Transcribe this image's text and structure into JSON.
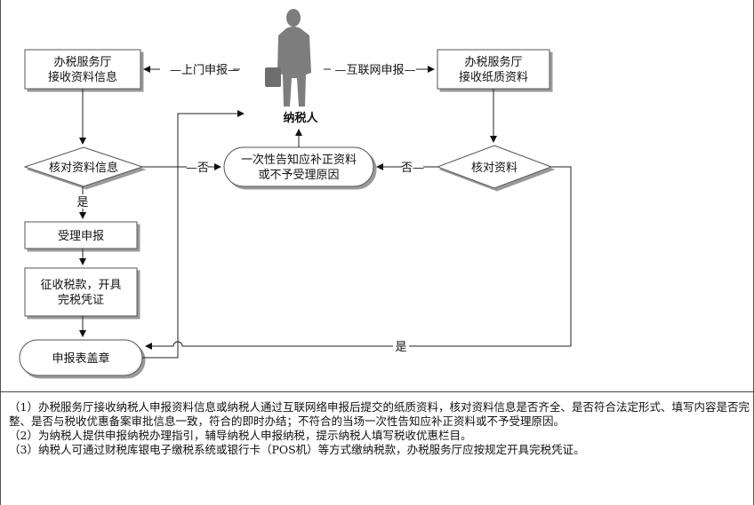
{
  "nodes": {
    "hall_receive_info": [
      "办税服务厅",
      "接收资料信息"
    ],
    "hall_receive_paper": [
      "办税服务厅",
      "接收纸质资料"
    ],
    "taxpayer": "纳税人",
    "check_info": "核对资料信息",
    "one_time_notice": [
      "一次性告知应补正资料",
      "或不予受理原因"
    ],
    "check_docs": "核对资料",
    "accept": "受理申报",
    "collect": [
      "征收税款，开具",
      "完税凭证"
    ],
    "stamp": "申报表盖章"
  },
  "edges": {
    "door_filing": "上门申报",
    "internet_filing": "互联网申报",
    "no_left": "否",
    "no_right": "否",
    "yes_down": "是",
    "yes_bottom": "是"
  },
  "notes": [
    "（1）办税服务厅接收纳税人申报资料信息或纳税人通过互联网络申报后提交的纸质资料，核对资料信息是否齐全、是否符合法定形式、填写内容是否完整、是否与税收优惠备案审批信息一致，符合的即时办结；不符合的当场一次性告知应补正资料或不予受理原因。",
    "（2）为纳税人提供申报纳税办理指引，辅导纳税人申报纳税，提示纳税人填写税收优惠栏目。",
    "（3）纳税人可通过财税库银电子缴税系统或银行卡（POS机）等方式缴纳税款，办税服务厅应按规定开具完税凭证。"
  ]
}
